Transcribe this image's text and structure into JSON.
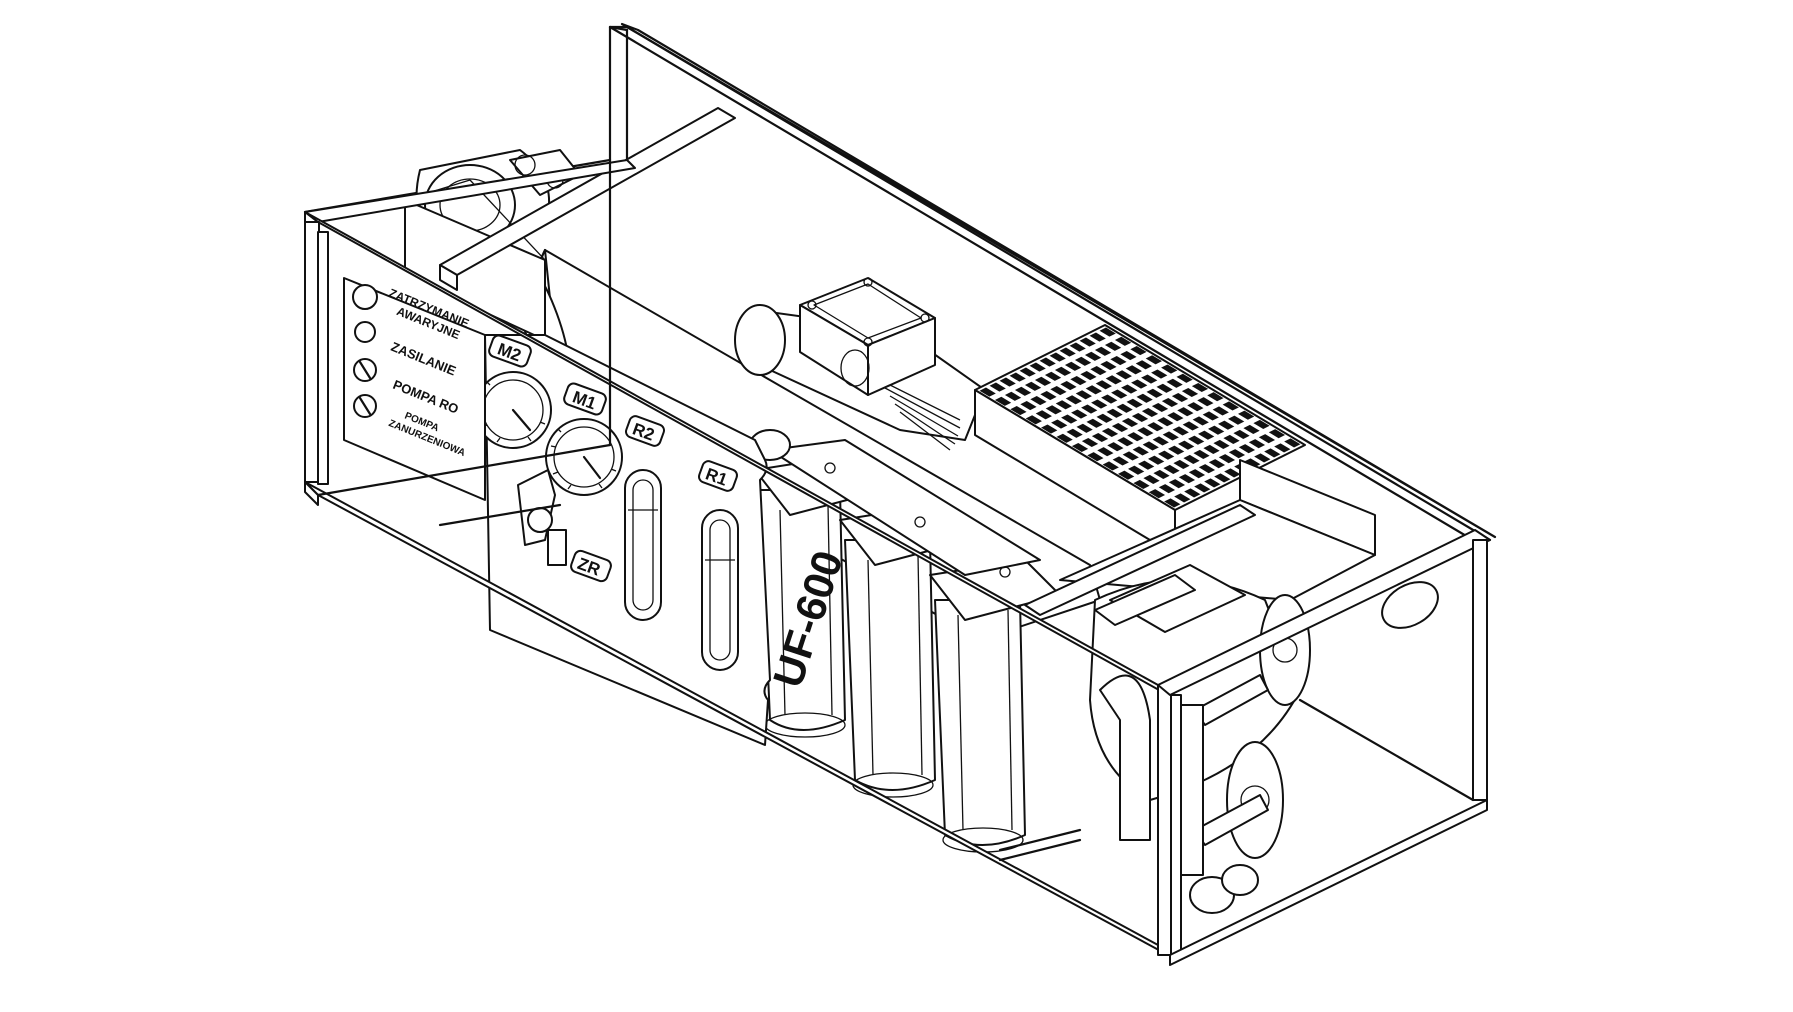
{
  "panel_labels": {
    "emergency_stop": [
      "ZATRZYMANIE",
      "AWARYJNE"
    ],
    "power": "ZASILANIE",
    "ro_pump": "POMPA RO",
    "submersible_pump": [
      "POMPA",
      "ZANURZENIOWA"
    ]
  },
  "gauge_tags": {
    "m2": "M2",
    "m1": "M1"
  },
  "flowmeter_tags": {
    "r2": "R2",
    "r1": "R1"
  },
  "valve_tag": "ZR",
  "model_name": "UF-600"
}
